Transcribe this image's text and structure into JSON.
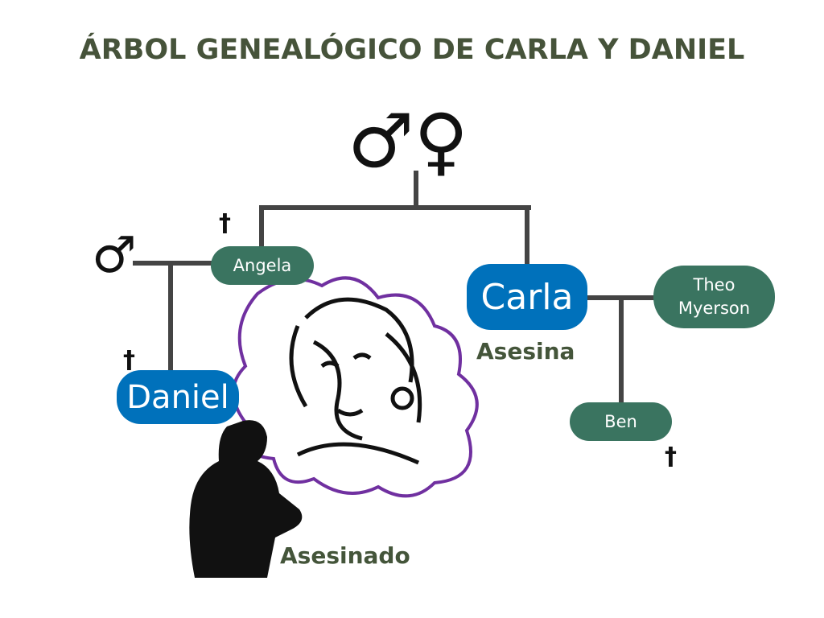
{
  "title": "ÁRBOL GENEALÓGICO DE CARLA Y DANIEL",
  "symbols": {
    "couple": "♂♀",
    "male": "♂",
    "dagger": "†"
  },
  "people": {
    "angela": "Angela",
    "daniel": "Daniel",
    "carla": "Carla",
    "theo": "Theo Myerson",
    "ben": "Ben"
  },
  "labels": {
    "carla_role": "Asesina",
    "daniel_role": "Asesinado"
  },
  "colors": {
    "blue": "#0071bb",
    "green": "#3a7460",
    "line": "#444444",
    "cloud": "#7030a0",
    "title": "#46533a"
  }
}
